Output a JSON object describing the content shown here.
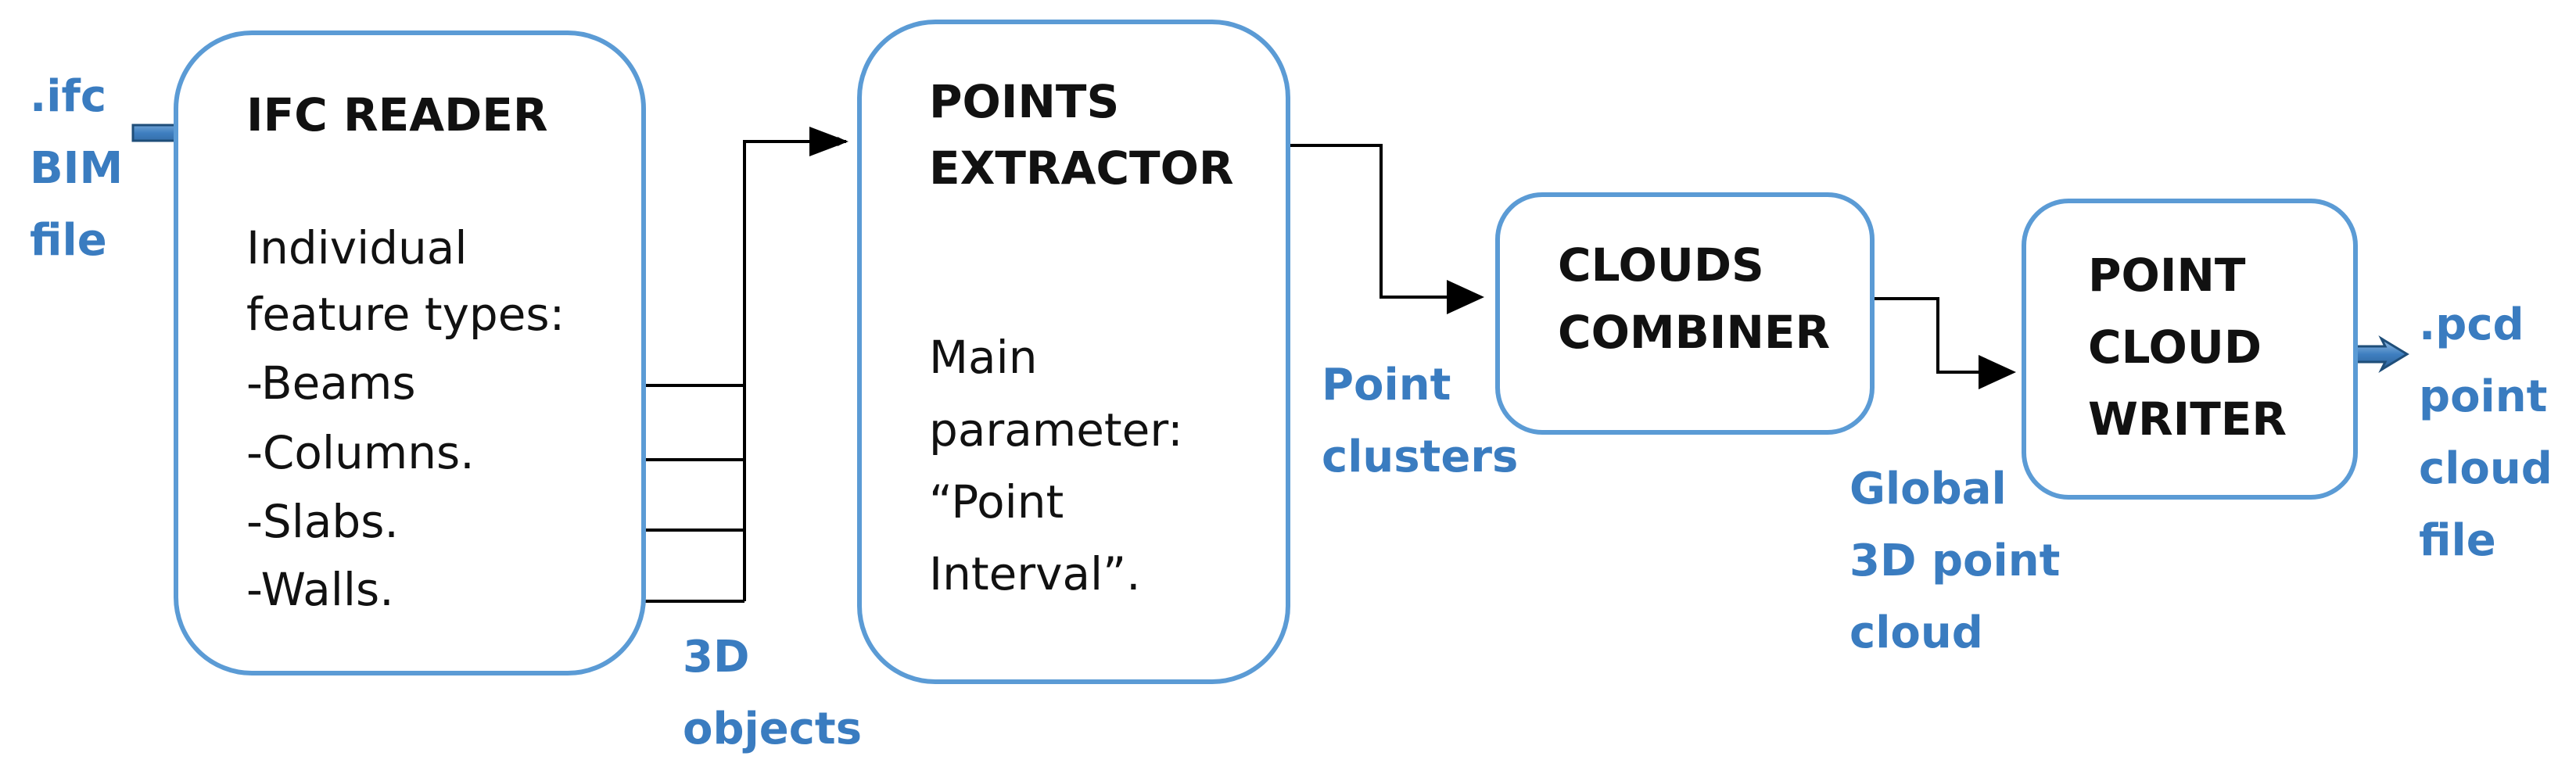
{
  "input_file": ".ifc\nBIM\nfile",
  "output_file": ".pcd\npoint\ncloud\nfile",
  "edge_labels": {
    "objects_3d": "3D\nobjects",
    "point_clusters": "Point\nclusters",
    "global_cloud": "Global\n3D point\ncloud"
  },
  "ifc_reader": {
    "title": "IFC READER",
    "desc_line1": "Individual",
    "desc_line2": "feature types:",
    "features": [
      "-Beams",
      "-Columns.",
      "-Slabs.",
      "-Walls."
    ]
  },
  "points_extractor": {
    "title_line1": "POINTS",
    "title_line2": "EXTRACTOR",
    "param_line1": "Main",
    "param_line2": "parameter:",
    "param_line3": "“Point",
    "param_line4": "Interval”."
  },
  "clouds_combiner": {
    "title_line1": "CLOUDS",
    "title_line2": "COMBINER"
  },
  "point_cloud_writer": {
    "title_line1": "POINT",
    "title_line2": "CLOUD",
    "title_line3": "WRITER"
  },
  "colors": {
    "accent": "#5b9bd5",
    "label_blue": "#3a7cc0",
    "text": "#111111",
    "connector": "#000000"
  }
}
